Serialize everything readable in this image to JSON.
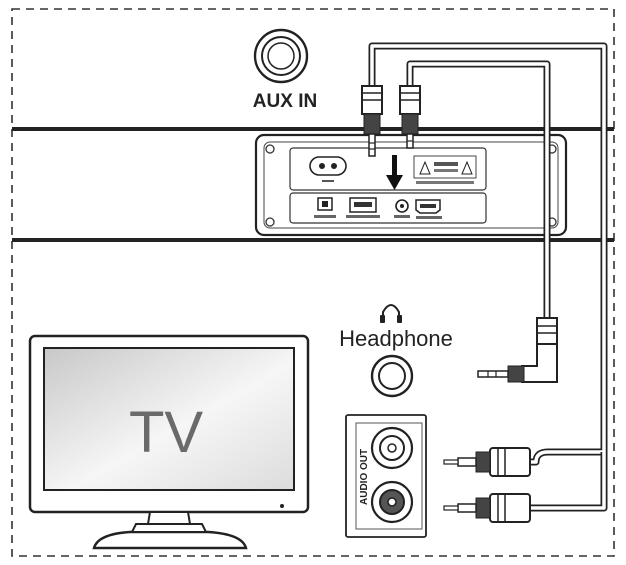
{
  "labels": {
    "aux_in": "AUX IN",
    "headphone": "Headphone",
    "tv": "TV",
    "audio_out": "AUDIO OUT"
  },
  "colors": {
    "line": "#222222",
    "cable_fill": "#ffffff",
    "screen_gradient_start": "#d0d0d0",
    "screen_gradient_end": "#f4f4f4"
  },
  "icons": {
    "headphone": "headphone-icon",
    "arrow": "down-arrow-icon"
  }
}
